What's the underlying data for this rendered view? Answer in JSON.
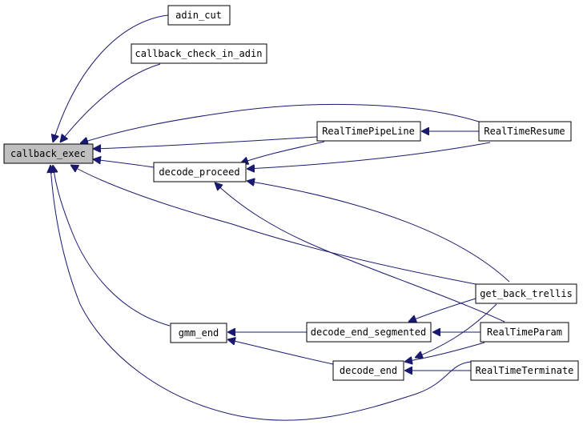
{
  "diagram": {
    "type": "call-graph",
    "edge_color": "#191970",
    "root_fill": "#bfbfbf",
    "node_fill": "#ffffff",
    "nodes": [
      {
        "id": "callback_exec",
        "label": "callback_exec",
        "root": true
      },
      {
        "id": "adin_cut",
        "label": "adin_cut"
      },
      {
        "id": "callback_check_in_adin",
        "label": "callback_check_in_adin"
      },
      {
        "id": "RealTimePipeLine",
        "label": "RealTimePipeLine"
      },
      {
        "id": "RealTimeResume",
        "label": "RealTimeResume"
      },
      {
        "id": "decode_proceed",
        "label": "decode_proceed"
      },
      {
        "id": "get_back_trellis",
        "label": "get_back_trellis"
      },
      {
        "id": "gmm_end",
        "label": "gmm_end"
      },
      {
        "id": "decode_end_segmented",
        "label": "decode_end_segmented"
      },
      {
        "id": "RealTimeParam",
        "label": "RealTimeParam"
      },
      {
        "id": "decode_end",
        "label": "decode_end"
      },
      {
        "id": "RealTimeTerminate",
        "label": "RealTimeTerminate"
      }
    ],
    "edges": [
      {
        "from": "adin_cut",
        "to": "callback_exec"
      },
      {
        "from": "callback_check_in_adin",
        "to": "callback_exec"
      },
      {
        "from": "RealTimeResume",
        "to": "callback_exec"
      },
      {
        "from": "RealTimePipeLine",
        "to": "callback_exec"
      },
      {
        "from": "decode_proceed",
        "to": "callback_exec"
      },
      {
        "from": "get_back_trellis",
        "to": "callback_exec"
      },
      {
        "from": "gmm_end",
        "to": "callback_exec"
      },
      {
        "from": "RealTimeTerminate",
        "to": "callback_exec"
      },
      {
        "from": "RealTimeResume",
        "to": "RealTimePipeLine"
      },
      {
        "from": "RealTimePipeLine",
        "to": "decode_proceed"
      },
      {
        "from": "RealTimeResume",
        "to": "decode_proceed"
      },
      {
        "from": "get_back_trellis",
        "to": "decode_proceed"
      },
      {
        "from": "RealTimeParam",
        "to": "decode_proceed"
      },
      {
        "from": "decode_end_segmented",
        "to": "gmm_end"
      },
      {
        "from": "decode_end",
        "to": "gmm_end"
      },
      {
        "from": "get_back_trellis",
        "to": "decode_end_segmented"
      },
      {
        "from": "RealTimeParam",
        "to": "decode_end_segmented"
      },
      {
        "from": "get_back_trellis",
        "to": "decode_end"
      },
      {
        "from": "RealTimeParam",
        "to": "decode_end"
      },
      {
        "from": "RealTimeTerminate",
        "to": "decode_end"
      }
    ]
  }
}
